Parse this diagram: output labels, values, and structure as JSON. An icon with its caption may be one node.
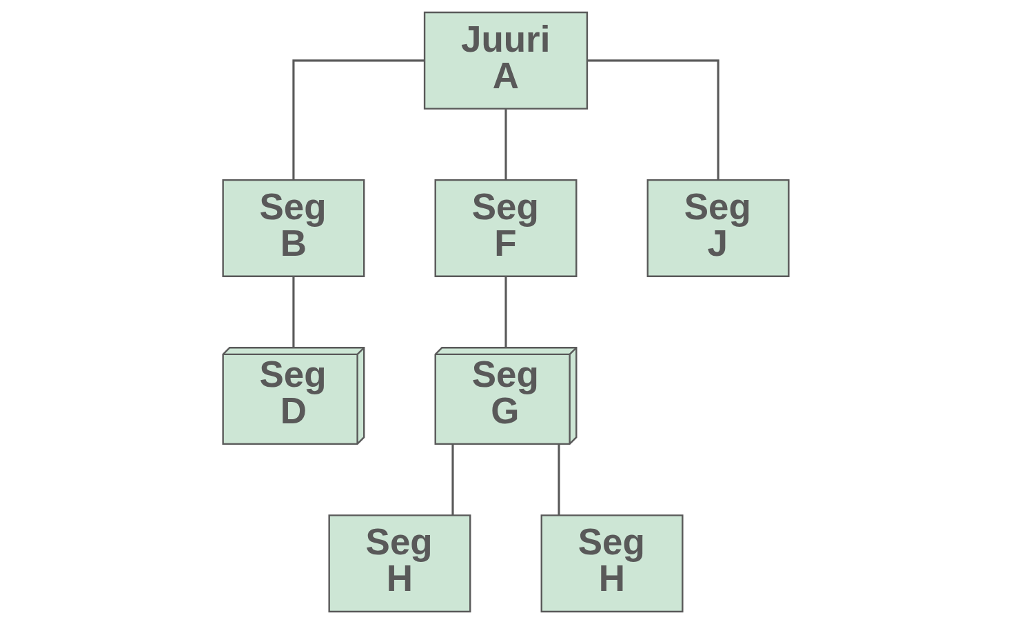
{
  "diagram": {
    "nodes": [
      {
        "text": [
          "Juuri A"
        ]
      },
      {
        "text": [
          "Seg B"
        ]
      },
      {
        "text": [
          "Seg F"
        ]
      },
      {
        "text": [
          "Seg J"
        ]
      },
      {
        "text": [
          "Seg D"
        ]
      },
      {
        "text": [
          "Seg G"
        ]
      },
      {
        "text": [
          "Seg H"
        ]
      },
      {
        "text": [
          "Seg H"
        ]
      }
    ],
    "edges": [
      {
        "from": 0,
        "to": 1,
        "arrow": "none"
      },
      {
        "from": 0,
        "to": 2,
        "arrow": "none"
      },
      {
        "from": 0,
        "to": 3,
        "arrow": "none"
      },
      {
        "from": 1,
        "to": 4,
        "arrow": "none"
      },
      {
        "from": 2,
        "to": 5,
        "arrow": "none"
      },
      {
        "from": 5,
        "to": 6,
        "arrow": "none"
      },
      {
        "from": 5,
        "to": 7,
        "arrow": "none"
      }
    ]
  }
}
